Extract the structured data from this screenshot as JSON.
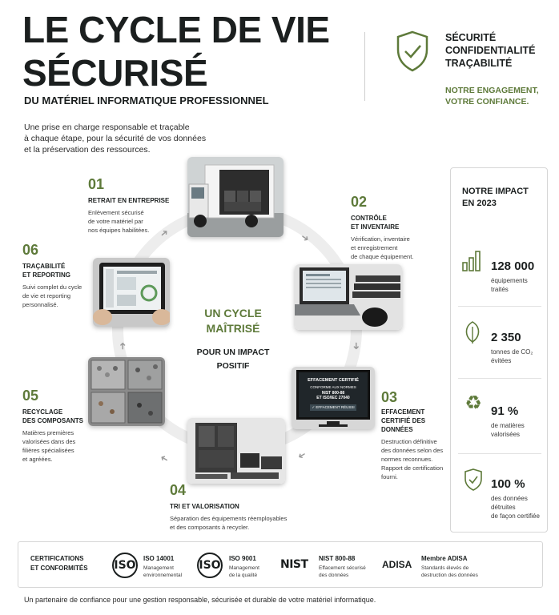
{
  "header": {
    "title_line1": "LE CYCLE DE VIE",
    "title_line2": "SÉCURISÉ",
    "subtitle": "DU MATÉRIEL INFORMATIQUE PROFESSIONNEL",
    "intro_line1": "Une prise en charge responsable et traçable",
    "intro_line2": "à chaque étape, pour la sécurité de vos données",
    "intro_line3": "et la préservation des ressources."
  },
  "values": {
    "items": [
      "SÉCURITÉ",
      "CONFIDENTIALITÉ",
      "TRAÇABILITÉ"
    ],
    "engagement_line1": "NOTRE ENGAGEMENT,",
    "engagement_line2": "VOTRE CONFIANCE."
  },
  "cycle": {
    "center_line1": "UN CYCLE",
    "center_line2": "MAÎTRISÉ",
    "center_sub_line1": "POUR UN IMPACT",
    "center_sub_line2": "POSITIF",
    "steps": [
      {
        "num": "01",
        "title1": "RETRAIT EN ENTREPRISE",
        "title2": "",
        "desc": [
          "Enlèvement sécurisé",
          "de votre matériel par",
          "nos équipes habilitées."
        ]
      },
      {
        "num": "02",
        "title1": "CONTRÔLE",
        "title2": "ET INVENTAIRE",
        "desc": [
          "Vérification, inventaire",
          "et enregistrement",
          "de chaque équipement."
        ]
      },
      {
        "num": "03",
        "title1": "EFFACEMENT",
        "title2": "CERTIFIÉ DES DONNÉES",
        "desc": [
          "Destruction définitive",
          "des données selon des",
          "normes reconnues.",
          "Rapport de certification",
          "fourni."
        ]
      },
      {
        "num": "04",
        "title1": "TRI ET VALORISATION",
        "title2": "",
        "desc": [
          "Séparation des équipements réemployables",
          "et des composants à recycler."
        ]
      },
      {
        "num": "05",
        "title1": "RECYCLAGE",
        "title2": "DES COMPOSANTS",
        "desc": [
          "Matières premières",
          "valorisées dans des",
          "filières spécialisées",
          "et agréées."
        ]
      },
      {
        "num": "06",
        "title1": "TRAÇABILITÉ",
        "title2": "ET REPORTING",
        "desc": [
          "Suivi complet du cycle",
          "de vie et reporting",
          "personnalisé."
        ]
      }
    ],
    "screen": {
      "line1": "EFFACEMENT CERTIFIÉ",
      "line2": "CONFORME AUX NORMES",
      "line3": "NIST 800-88",
      "line4": "ET ISO/IEC 27040",
      "line5": "EFFACEMENT RÉUSSI"
    }
  },
  "impact": {
    "title_line1": "NOTRE IMPACT",
    "title_line2": "EN 2023",
    "stats": [
      {
        "icon": "bar-chart-icon",
        "value": "128 000",
        "label": [
          "équipements",
          "traités"
        ]
      },
      {
        "icon": "leaf-icon",
        "value": "2 350",
        "label": [
          "tonnes de CO₂",
          "évitées"
        ]
      },
      {
        "icon": "recycle-icon",
        "value": "91 %",
        "label": [
          "de matières",
          "valorisées"
        ]
      },
      {
        "icon": "shield-check-icon",
        "value": "100 %",
        "label": [
          "des données",
          "détruites",
          "de façon certifiée"
        ]
      }
    ]
  },
  "certifications": {
    "heading_line1": "CERTIFICATIONS",
    "heading_line2": "ET CONFORMITÉS",
    "items": [
      {
        "logo": "ISO",
        "name": "ISO 14001",
        "desc": [
          "Management",
          "environnemental"
        ]
      },
      {
        "logo": "ISO",
        "name": "ISO 9001",
        "desc": [
          "Management",
          "de la qualité"
        ]
      },
      {
        "logo": "NIST",
        "name": "NIST 800-88",
        "desc": [
          "Effacement sécurisé",
          "des données"
        ]
      },
      {
        "logo": "ADISA",
        "name": "Membre ADISA",
        "desc": [
          "Standards élevés de",
          "destruction des données"
        ]
      }
    ]
  },
  "footer": "Un partenaire de confiance pour une gestion responsable, sécurisée et durable de votre matériel informatique.",
  "colors": {
    "accent": "#5e7a3a",
    "dark": "#1b1f1f"
  }
}
